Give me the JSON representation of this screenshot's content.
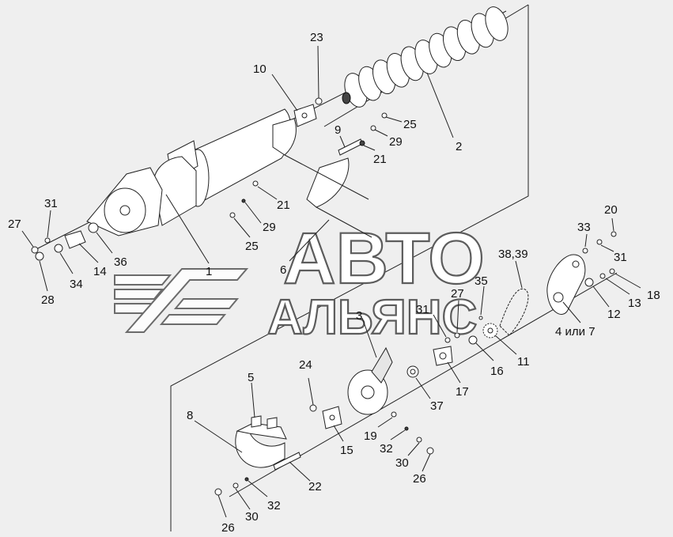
{
  "watermark": {
    "line1": "АВТО",
    "line2": "АЛЬЯНС"
  },
  "callouts": {
    "c1": "1",
    "c2": "2",
    "c3": "3",
    "c4": "4 или 7",
    "c5": "5",
    "c6": "6",
    "c8": "8",
    "c9": "9",
    "c10": "10",
    "c11": "11",
    "c12": "12",
    "c13": "13",
    "c14": "14",
    "c15": "15",
    "c16": "16",
    "c17": "17",
    "c18": "18",
    "c19": "19",
    "c20": "20",
    "c21a": "21",
    "c21b": "21",
    "c22": "22",
    "c23": "23",
    "c24": "24",
    "c25a": "25",
    "c25b": "25",
    "c26a": "26",
    "c26b": "26",
    "c27a": "27",
    "c27b": "27",
    "c28": "28",
    "c29a": "29",
    "c29b": "29",
    "c30a": "30",
    "c30b": "30",
    "c31a": "31",
    "c31b": "31",
    "c31c": "31",
    "c32a": "32",
    "c32b": "32",
    "c33": "33",
    "c34": "34",
    "c35": "35",
    "c36": "36",
    "c37": "37",
    "c3839": "38,39"
  }
}
